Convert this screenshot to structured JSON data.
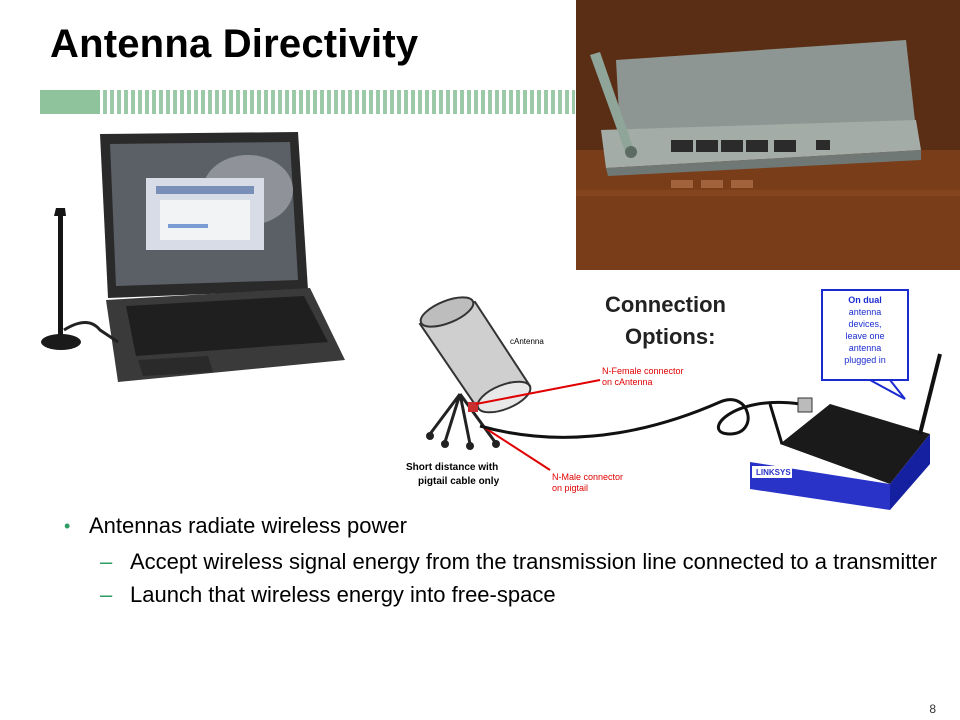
{
  "slide": {
    "title": "Antenna Directivity",
    "page_number": "8"
  },
  "diagram": {
    "heading_line1": "Connection",
    "heading_line2": "Options:",
    "cantenna_label": "cAntenna",
    "female_label_line1": "N-Female connector",
    "female_label_line2": "on cAntenna",
    "male_label_line1": "N-Male connector",
    "male_label_line2": "on pigtail",
    "short_line1": "Short distance with",
    "short_line2": "pigtail cable only",
    "callout_line1": "On dual",
    "callout_line2": "antenna",
    "callout_line3": "devices,",
    "callout_line4": "leave one",
    "callout_line5": "antenna",
    "callout_line6": "plugged in",
    "router_brand": "LINKSYS"
  },
  "bullets": [
    {
      "text": "Antennas radiate wireless power",
      "sub": [
        "Accept wireless signal energy from the transmission line connected to a transmitter",
        "Launch that wireless energy into free-space"
      ]
    }
  ],
  "colors": {
    "stripe": "#9cc9a8",
    "bullet_accent": "#2f9c63",
    "connector_red": "#e00000",
    "callout_blue": "#1a2ccf"
  }
}
